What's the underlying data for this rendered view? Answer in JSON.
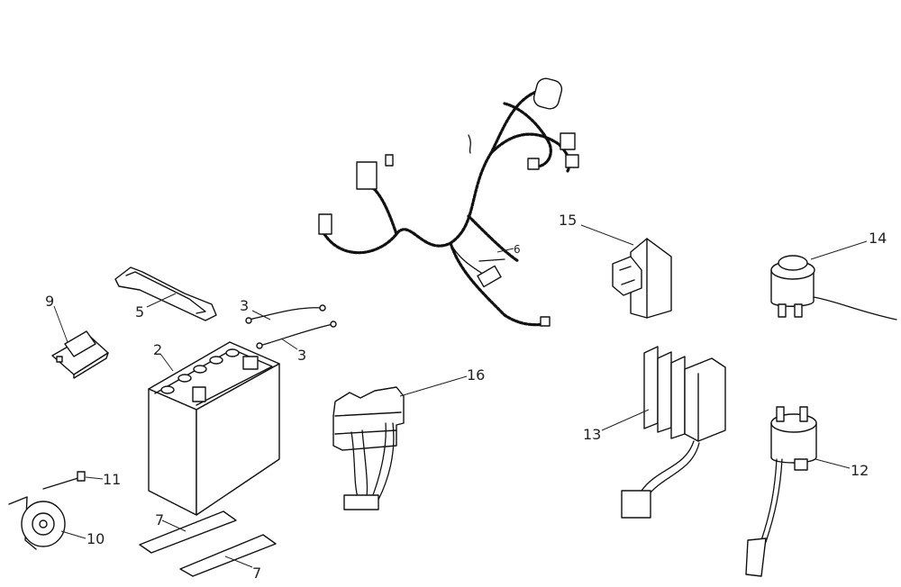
{
  "callouts": [
    {
      "id": "2",
      "text": "2"
    },
    {
      "id": "3a",
      "text": "3"
    },
    {
      "id": "3b",
      "text": "3"
    },
    {
      "id": "5",
      "text": "5"
    },
    {
      "id": "6",
      "text": "6"
    },
    {
      "id": "7a",
      "text": "7"
    },
    {
      "id": "7b",
      "text": "7"
    },
    {
      "id": "9",
      "text": "9"
    },
    {
      "id": "10",
      "text": "10"
    },
    {
      "id": "11",
      "text": "11"
    },
    {
      "id": "12",
      "text": "12"
    },
    {
      "id": "13",
      "text": "13"
    },
    {
      "id": "14",
      "text": "14"
    },
    {
      "id": "15",
      "text": "15"
    },
    {
      "id": "16",
      "text": "16"
    }
  ]
}
